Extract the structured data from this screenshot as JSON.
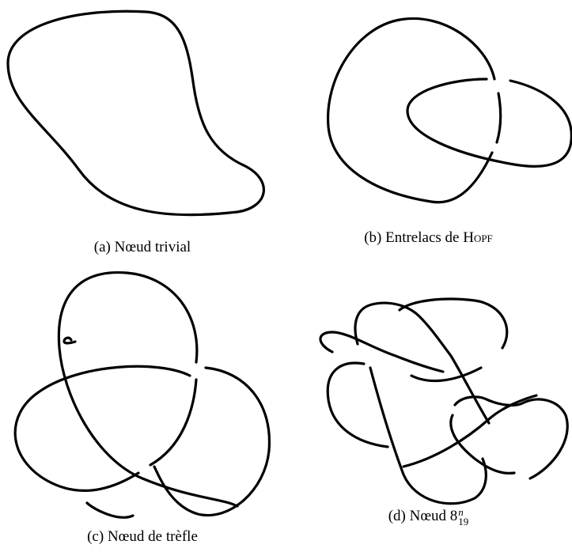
{
  "figures": [
    {
      "label": "(a)",
      "caption": "Nœud trivial"
    },
    {
      "label": "(b)",
      "caption_prefix": "Entrelacs de",
      "caption_name": "Hopf"
    },
    {
      "label": "(c)",
      "caption": "Nœud de trèfle"
    },
    {
      "label": "(d)",
      "caption_prefix": "Nœud",
      "knot_number": "8",
      "superscript": "n",
      "subscript": "19"
    }
  ]
}
